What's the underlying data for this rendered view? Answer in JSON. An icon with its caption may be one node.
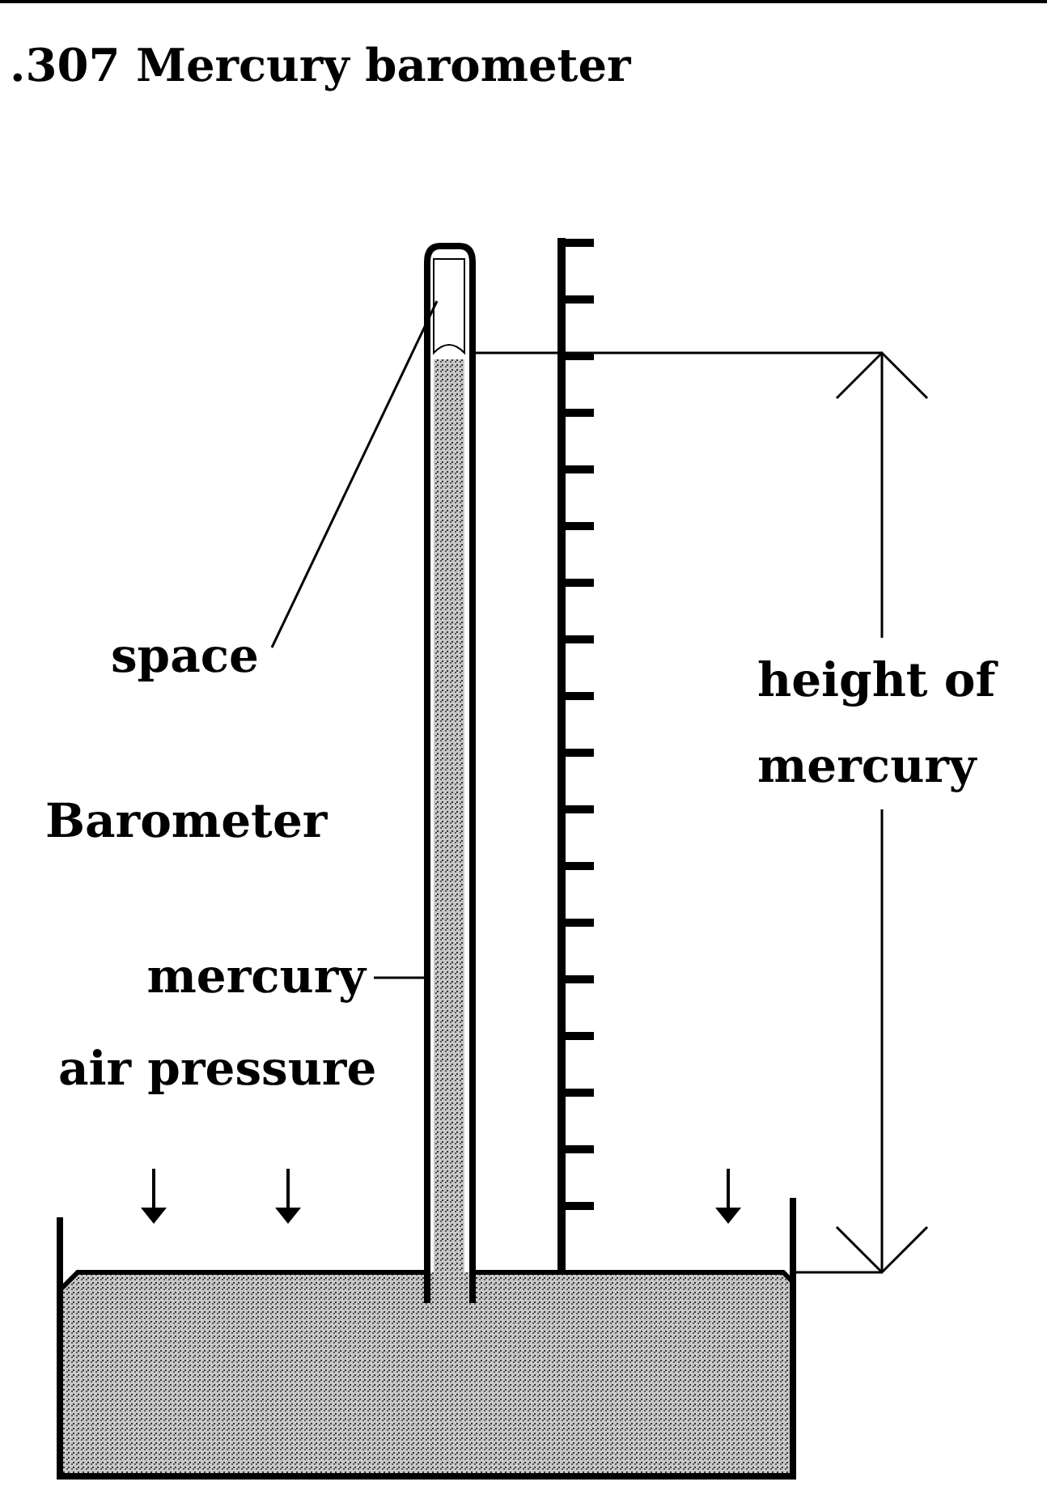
{
  "diagram": {
    "title": ".307 Mercury barometer",
    "nodes": [
      {
        "text": [
          "space"
        ]
      },
      {
        "text": [],
        "shape": "box"
      },
      {
        "text": [
          "mercury"
        ]
      },
      {
        "text": [],
        "shape": "bar"
      }
    ],
    "edges": [
      {
        "from": 0,
        "to": 1,
        "arrow": "none"
      },
      {
        "from": 2,
        "to": 3,
        "arrow": "none"
      }
    ],
    "labels": [
      "Barometer",
      "air pressure",
      "height of mercury"
    ]
  }
}
